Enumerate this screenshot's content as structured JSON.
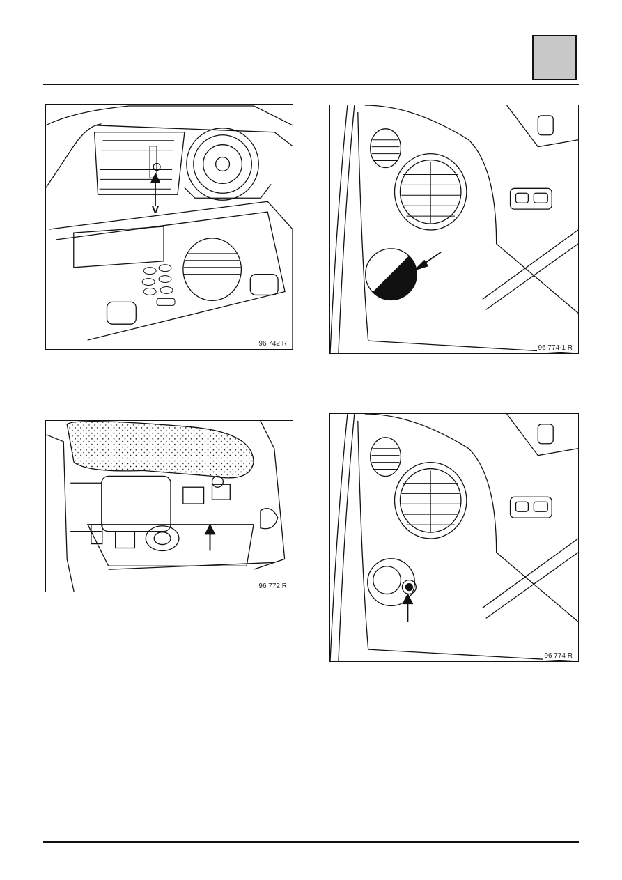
{
  "figures": [
    {
      "ref": "96 742 R",
      "callout": "V"
    },
    {
      "ref": "96 774-1 R"
    },
    {
      "ref": "96 772 R"
    },
    {
      "ref": "96 774 R"
    }
  ]
}
